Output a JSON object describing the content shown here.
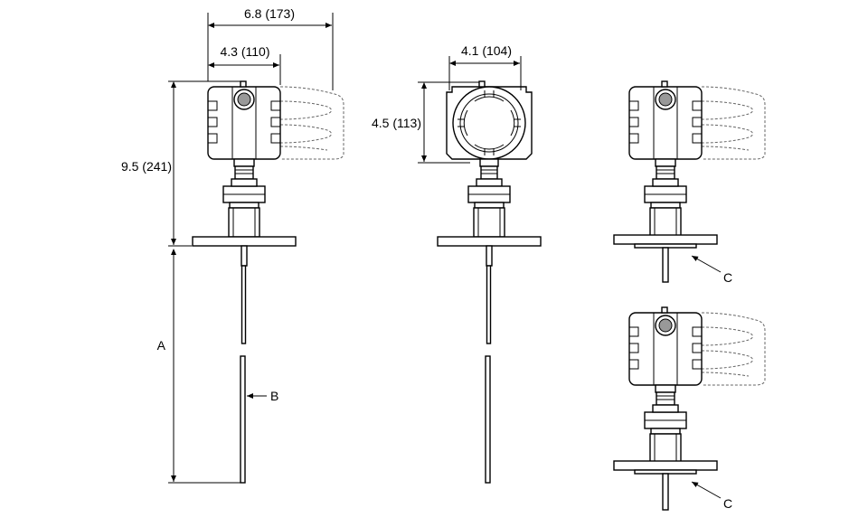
{
  "dimensions": {
    "overall_width": "6.8 (173)",
    "head_width": "4.3 (110)",
    "height": "9.5 (241)",
    "side_width": "4.1 (104)",
    "side_height": "4.5 (113)"
  },
  "callouts": {
    "a": "A",
    "b": "B",
    "c_top": "C",
    "c_bottom": "C"
  }
}
